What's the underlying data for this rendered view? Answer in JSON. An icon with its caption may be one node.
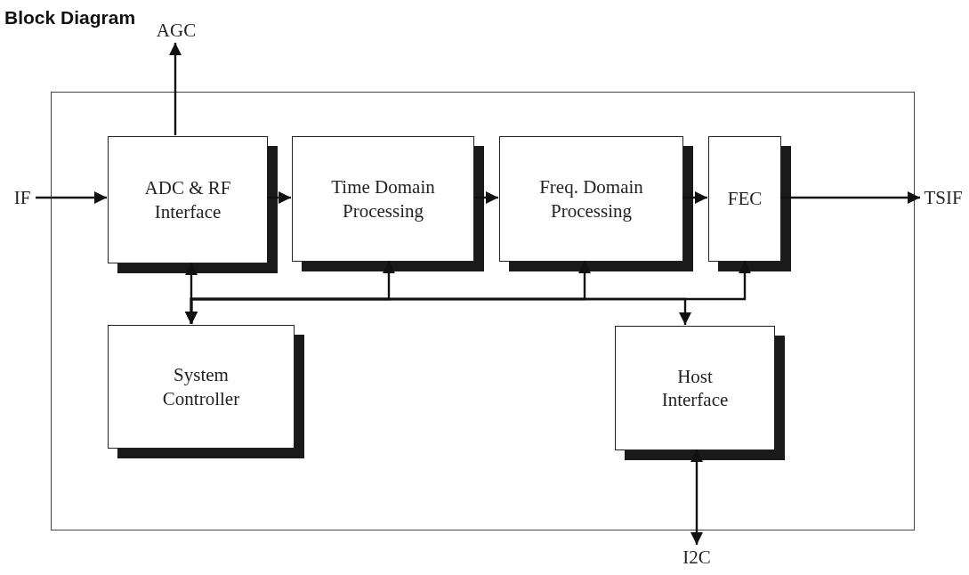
{
  "diagram": {
    "title": "Block Diagram",
    "nodes": [
      {
        "text": [],
        "shape": "box"
      },
      {
        "text": [
          "ADC & RF Interface"
        ],
        "in": 0
      },
      {
        "text": [
          "Time Domain Processing"
        ],
        "in": 0
      },
      {
        "text": [
          "Freq. Domain Processing"
        ],
        "in": 0
      },
      {
        "text": [
          "FEC"
        ],
        "in": 0
      },
      {
        "text": [
          "System Controller"
        ],
        "in": 0
      },
      {
        "text": [
          "Host Interface"
        ],
        "in": 0
      },
      {
        "text": [
          "AGC"
        ]
      },
      {
        "text": [
          "IF"
        ]
      },
      {
        "text": [
          "TSIF"
        ]
      },
      {
        "text": [
          "I2C"
        ]
      }
    ],
    "edges": [
      {
        "from": 8,
        "to": 1,
        "arrow": "to"
      },
      {
        "from": 1,
        "to": 7,
        "arrow": "to"
      },
      {
        "from": 1,
        "to": 2,
        "arrow": "to"
      },
      {
        "from": 2,
        "to": 3,
        "arrow": "to"
      },
      {
        "from": 3,
        "to": 4,
        "arrow": "to"
      },
      {
        "from": 4,
        "to": 9,
        "arrow": "to"
      },
      {
        "from": 1,
        "to": 5,
        "arrow": "both"
      },
      {
        "from": 5,
        "to": 2,
        "arrow": "both"
      },
      {
        "from": 5,
        "to": 3,
        "arrow": "both"
      },
      {
        "from": 5,
        "to": 4,
        "arrow": "both"
      },
      {
        "from": 5,
        "to": 6,
        "arrow": "both"
      },
      {
        "from": 6,
        "to": 10,
        "arrow": "both"
      }
    ]
  }
}
